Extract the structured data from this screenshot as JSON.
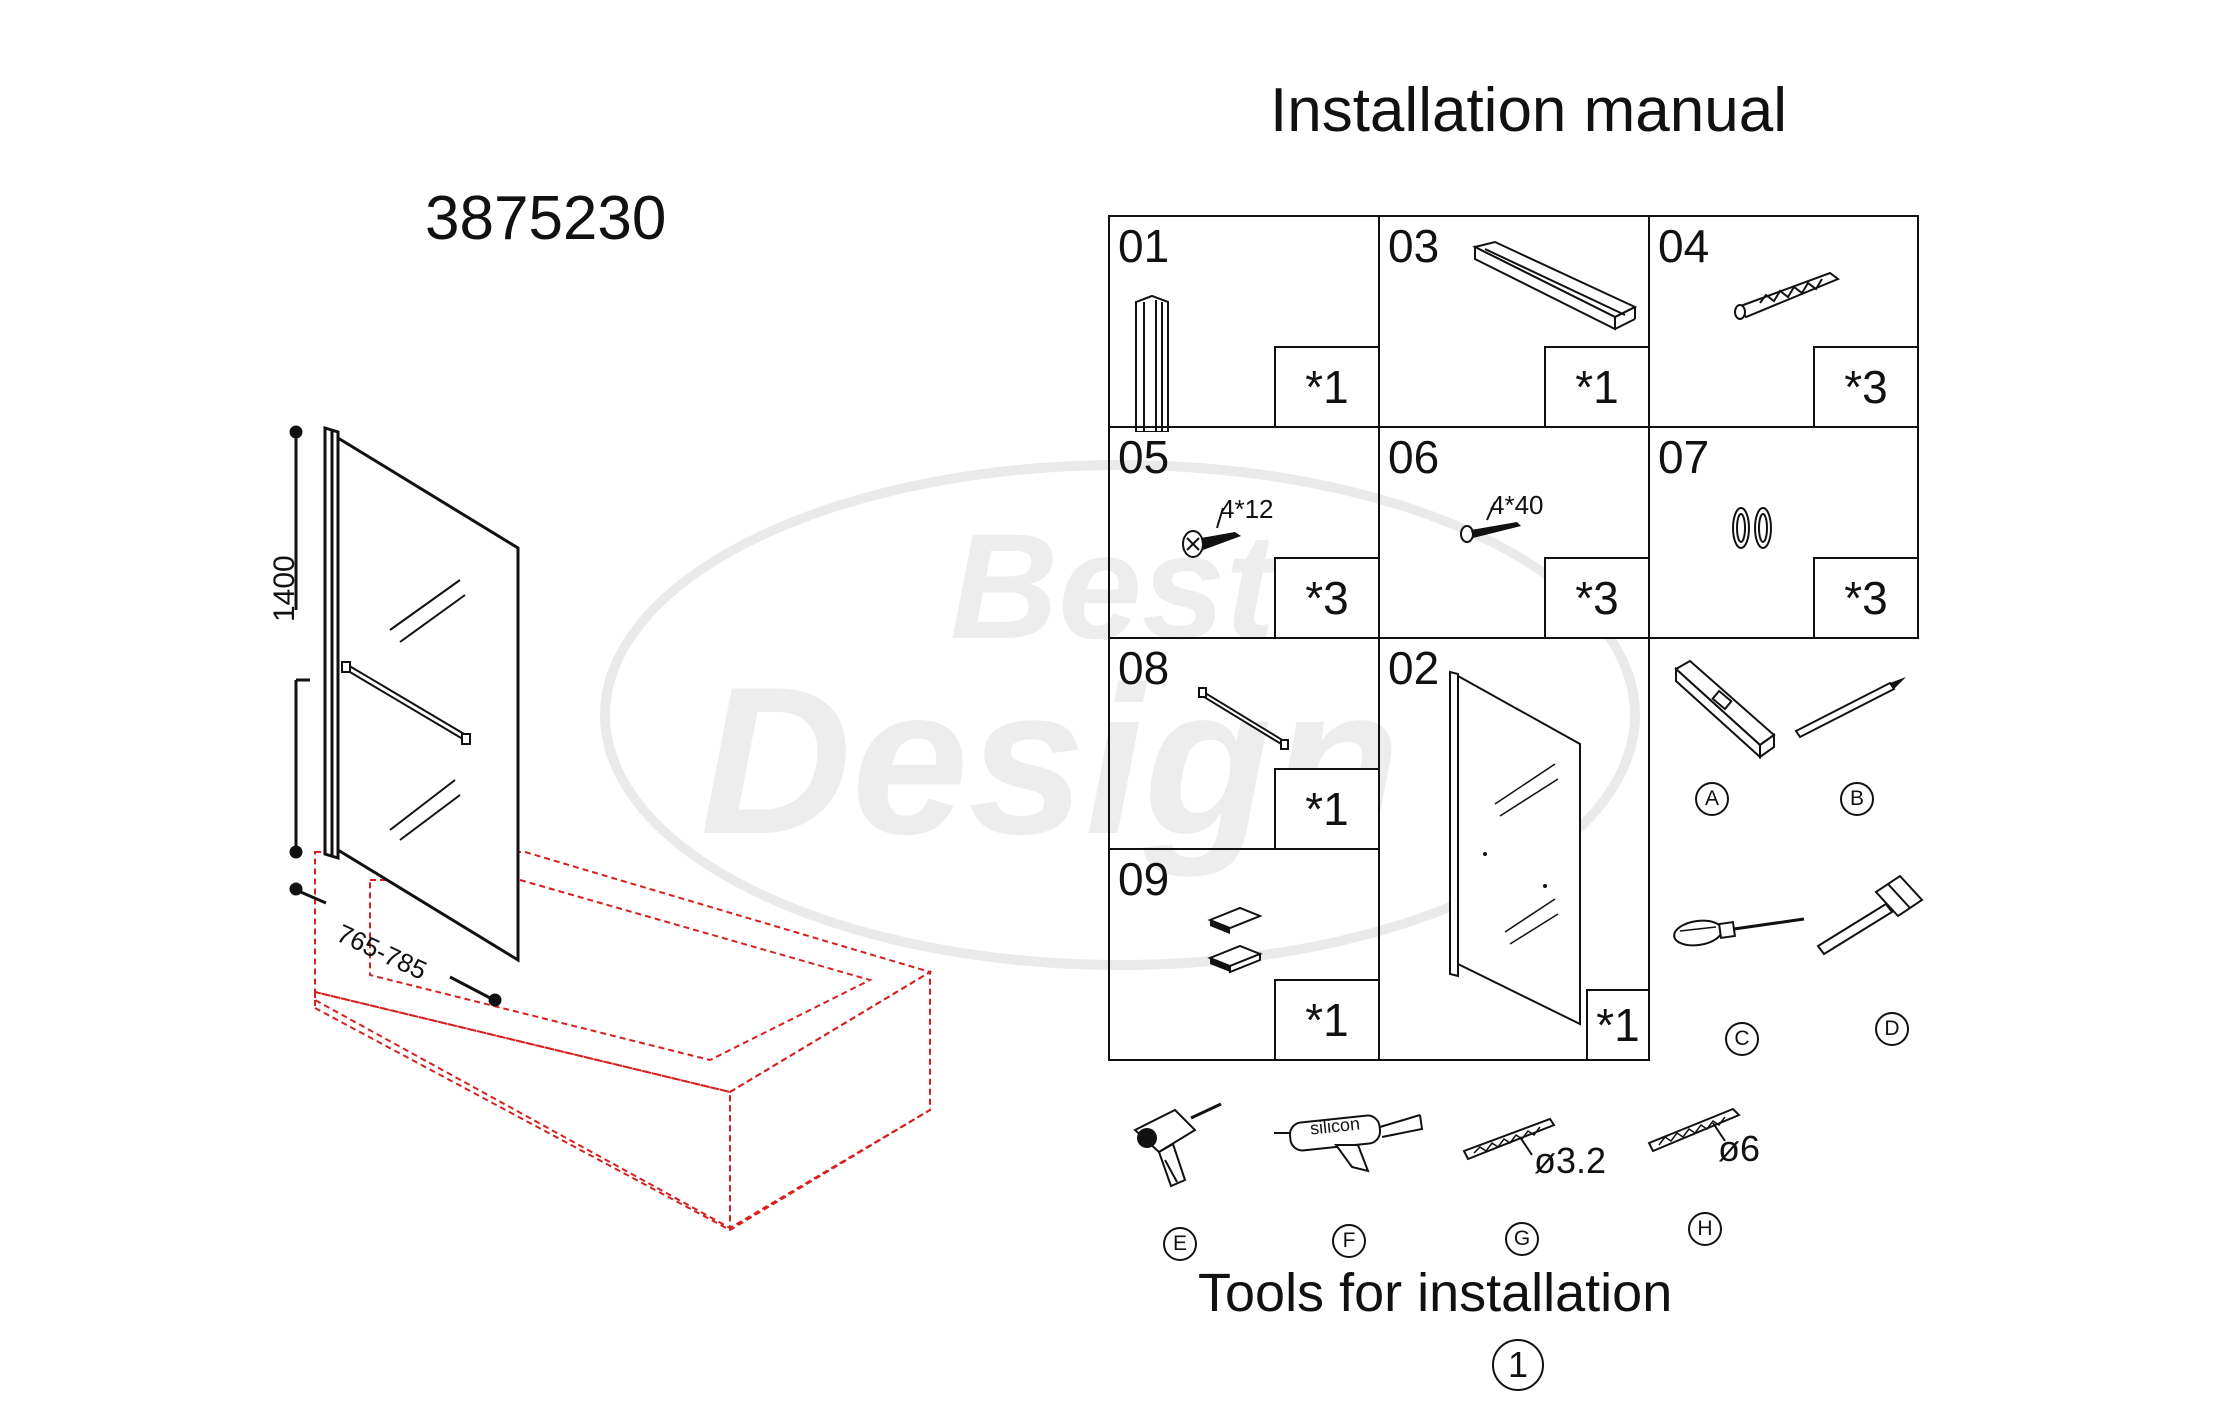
{
  "header": {
    "title": "Installation manual",
    "model": "3875230"
  },
  "dimensions": {
    "height": "1400",
    "width": "765-785"
  },
  "parts": [
    {
      "id": "01",
      "qty": "*1",
      "spec": ""
    },
    {
      "id": "03",
      "qty": "*1",
      "spec": ""
    },
    {
      "id": "04",
      "qty": "*3",
      "spec": ""
    },
    {
      "id": "05",
      "qty": "*3",
      "spec": "4*12"
    },
    {
      "id": "06",
      "qty": "*3",
      "spec": "4*40"
    },
    {
      "id": "07",
      "qty": "*3",
      "spec": ""
    },
    {
      "id": "08",
      "qty": "*1",
      "spec": ""
    },
    {
      "id": "09",
      "qty": "*1",
      "spec": ""
    },
    {
      "id": "02",
      "qty": "*1",
      "spec": ""
    }
  ],
  "tools": {
    "title": "Tools for installation",
    "items": [
      {
        "letter": "A",
        "icon": "spirit-level-icon"
      },
      {
        "letter": "B",
        "icon": "pencil-icon"
      },
      {
        "letter": "C",
        "icon": "screwdriver-icon"
      },
      {
        "letter": "D",
        "icon": "hammer-icon"
      },
      {
        "letter": "E",
        "icon": "drill-icon"
      },
      {
        "letter": "F",
        "icon": "silicone-gun-icon",
        "label": "silicon"
      },
      {
        "letter": "G",
        "icon": "drill-bit-icon",
        "label": "ø3.2"
      },
      {
        "letter": "H",
        "icon": "drill-bit-icon",
        "label": "ø6"
      }
    ]
  },
  "page": {
    "number": "1"
  },
  "watermark": {
    "line1": "Best",
    "line2": "Design"
  },
  "colors": {
    "line": "#111111",
    "bath_outline": "#d62020",
    "watermark": "#eaeaea"
  }
}
